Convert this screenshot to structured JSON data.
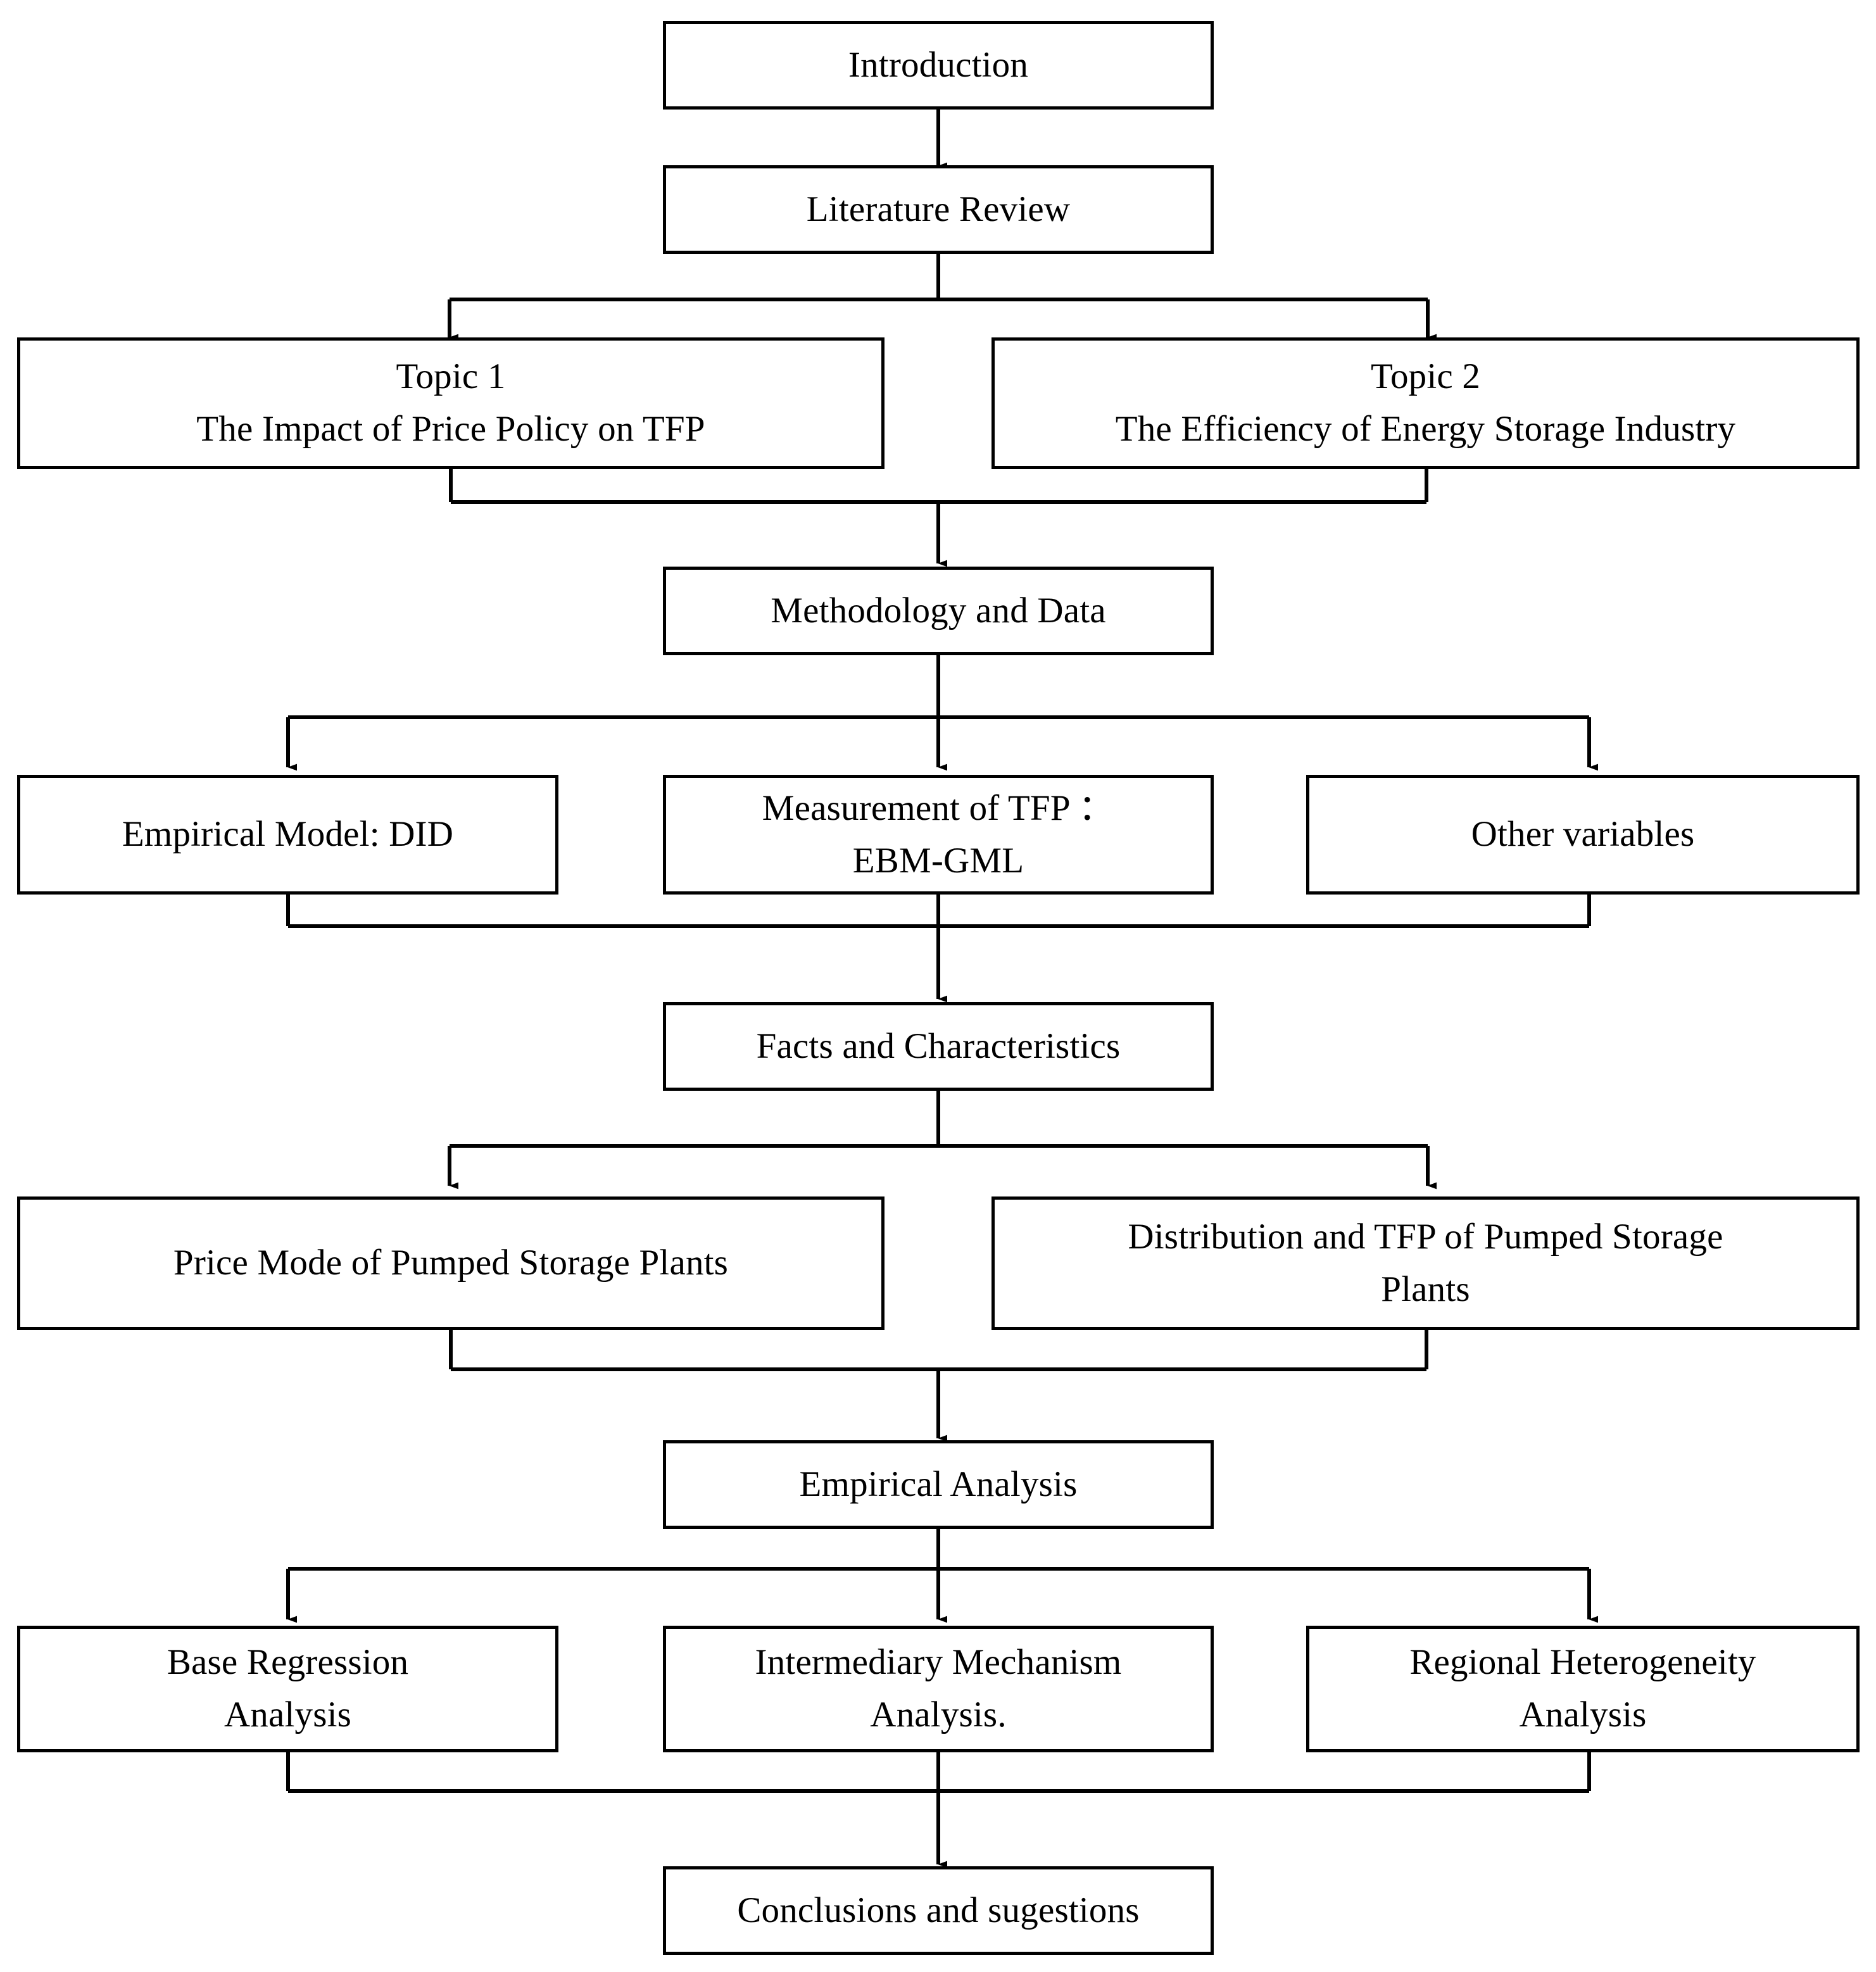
{
  "diagram": {
    "title": "Research Framework Flowchart",
    "background_color": "#ffffff",
    "line_color": "#000000",
    "box_border_color": "#000000",
    "box_fill_color": "#ffffff",
    "text_color": "#000000"
  },
  "nodes": {
    "introduction": {
      "lines": [
        "Introduction"
      ]
    },
    "literature_review": {
      "lines": [
        "Literature Review"
      ]
    },
    "topic1": {
      "lines": [
        "Topic 1",
        "The Impact of Price Policy on TFP"
      ]
    },
    "topic2": {
      "lines": [
        "Topic 2",
        "The Efficiency of Energy Storage Industry"
      ]
    },
    "methodology": {
      "lines": [
        "Methodology and Data"
      ]
    },
    "empirical_model": {
      "lines": [
        "Empirical Model: DID"
      ]
    },
    "measurement_tfp": {
      "lines": [
        "Measurement of TFP ：",
        "EBM-GML"
      ]
    },
    "other_variables": {
      "lines": [
        "Other variables"
      ]
    },
    "facts_characteristics": {
      "lines": [
        "Facts and Characteristics"
      ]
    },
    "price_mode": {
      "lines": [
        "Price Mode of Pumped Storage Plants"
      ]
    },
    "distribution_tfp": {
      "lines": [
        "Distribution and TFP of Pumped Storage",
        "Plants"
      ]
    },
    "empirical_analysis": {
      "lines": [
        "Empirical Analysis"
      ]
    },
    "base_regression": {
      "lines": [
        "Base Regression",
        "Analysis"
      ]
    },
    "intermediary_mechanism": {
      "lines": [
        "Intermediary Mechanism",
        "Analysis."
      ]
    },
    "regional_heterogeneity": {
      "lines": [
        "Regional Heterogeneity",
        "Analysis"
      ]
    },
    "conclusions": {
      "lines": [
        "Conclusions and sugestions"
      ]
    }
  },
  "edges": [
    {
      "from": "introduction",
      "to": "literature_review",
      "type": "straight-arrow"
    },
    {
      "from": "literature_review",
      "to": "topic1",
      "type": "split-arrow"
    },
    {
      "from": "literature_review",
      "to": "topic2",
      "type": "split-arrow"
    },
    {
      "from": "topic1",
      "to": "methodology",
      "type": "merge-arrow"
    },
    {
      "from": "topic2",
      "to": "methodology",
      "type": "merge-arrow"
    },
    {
      "from": "methodology",
      "to": "empirical_model",
      "type": "split-arrow"
    },
    {
      "from": "methodology",
      "to": "measurement_tfp",
      "type": "split-arrow"
    },
    {
      "from": "methodology",
      "to": "other_variables",
      "type": "split-arrow"
    },
    {
      "from": "empirical_model",
      "to": "facts_characteristics",
      "type": "merge-arrow"
    },
    {
      "from": "measurement_tfp",
      "to": "facts_characteristics",
      "type": "merge-arrow"
    },
    {
      "from": "other_variables",
      "to": "facts_characteristics",
      "type": "merge-arrow"
    },
    {
      "from": "facts_characteristics",
      "to": "price_mode",
      "type": "split-arrow"
    },
    {
      "from": "facts_characteristics",
      "to": "distribution_tfp",
      "type": "split-arrow"
    },
    {
      "from": "price_mode",
      "to": "empirical_analysis",
      "type": "merge-arrow"
    },
    {
      "from": "distribution_tfp",
      "to": "empirical_analysis",
      "type": "merge-arrow"
    },
    {
      "from": "empirical_analysis",
      "to": "base_regression",
      "type": "split-arrow"
    },
    {
      "from": "empirical_analysis",
      "to": "intermediary_mechanism",
      "type": "split-arrow"
    },
    {
      "from": "empirical_analysis",
      "to": "regional_heterogeneity",
      "type": "split-arrow"
    },
    {
      "from": "base_regression",
      "to": "conclusions",
      "type": "merge-arrow"
    },
    {
      "from": "intermediary_mechanism",
      "to": "conclusions",
      "type": "merge-arrow"
    },
    {
      "from": "regional_heterogeneity",
      "to": "conclusions",
      "type": "merge-arrow"
    }
  ]
}
